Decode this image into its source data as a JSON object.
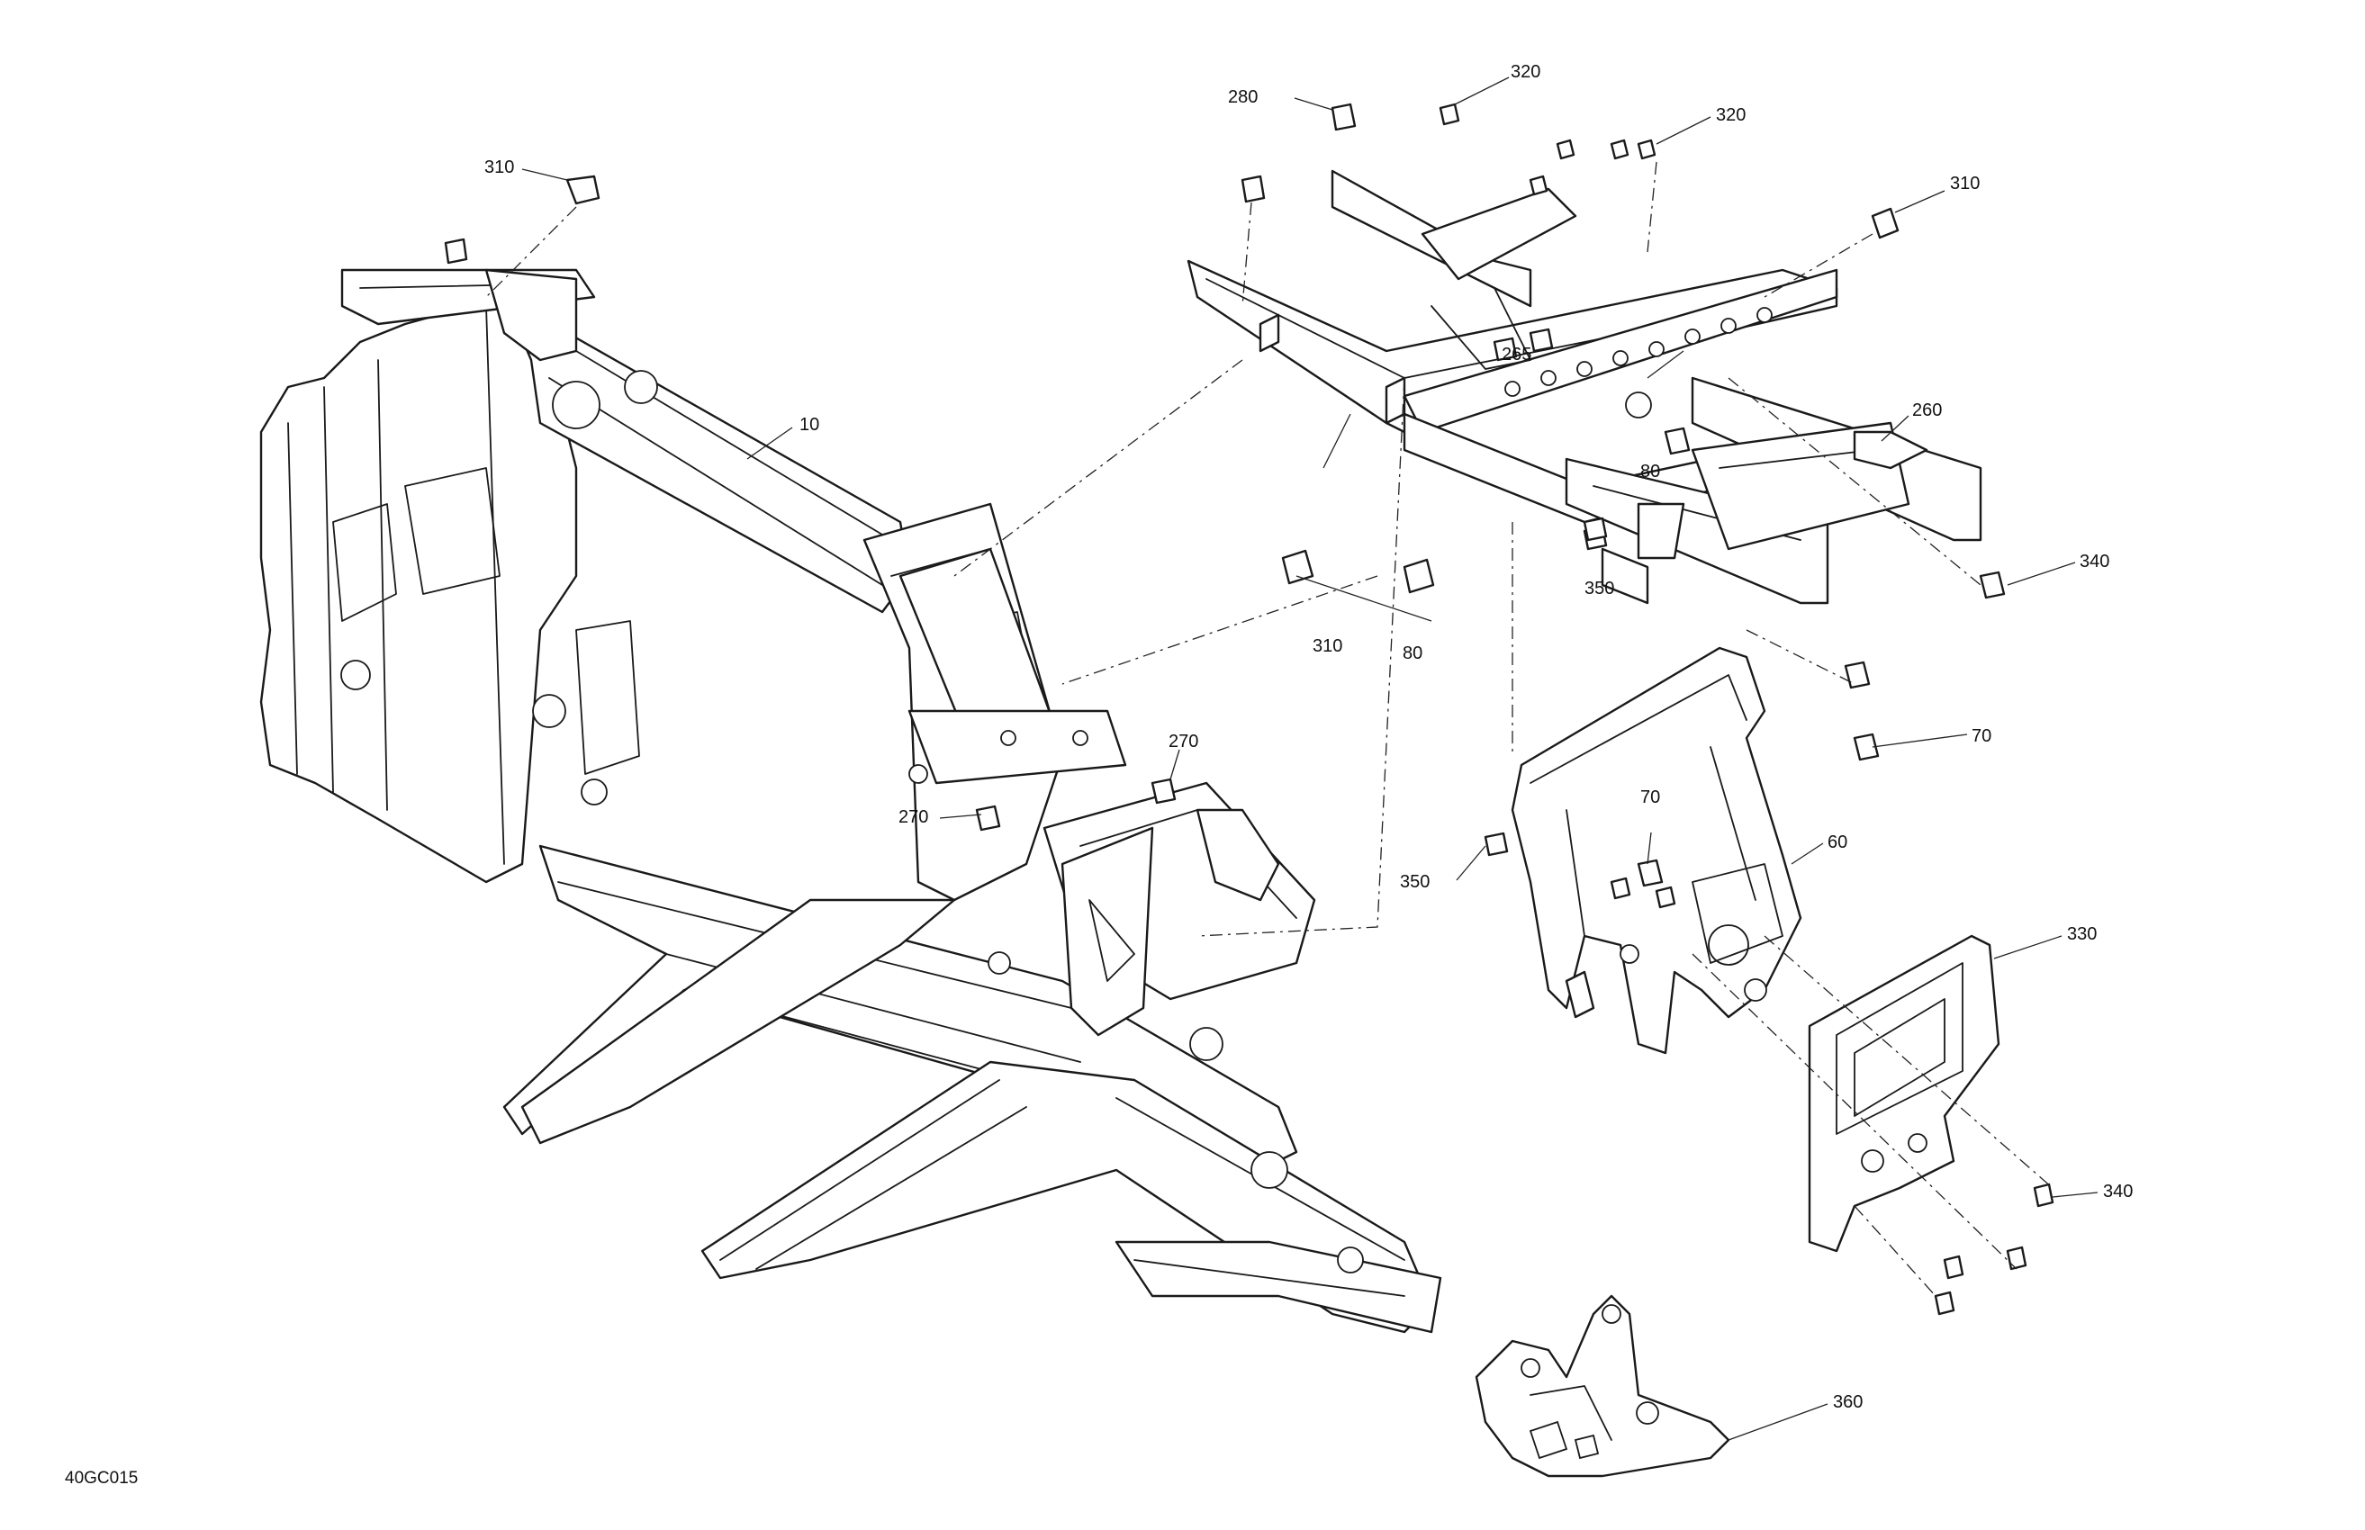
{
  "diagram": {
    "reference_code": "40GC015",
    "callouts": {
      "c10": "10",
      "c60": "60",
      "c70a": "70",
      "c70b": "70",
      "c80a": "80",
      "c80b": "80",
      "c260": "260",
      "c265": "265",
      "c270a": "270",
      "c270b": "270",
      "c280": "280",
      "c310a": "310",
      "c310b": "310",
      "c310c": "310",
      "c320a": "320",
      "c320b": "320",
      "c330": "330",
      "c340a": "340",
      "c340b": "340",
      "c350a": "350",
      "c350b": "350",
      "c360": "360"
    }
  }
}
